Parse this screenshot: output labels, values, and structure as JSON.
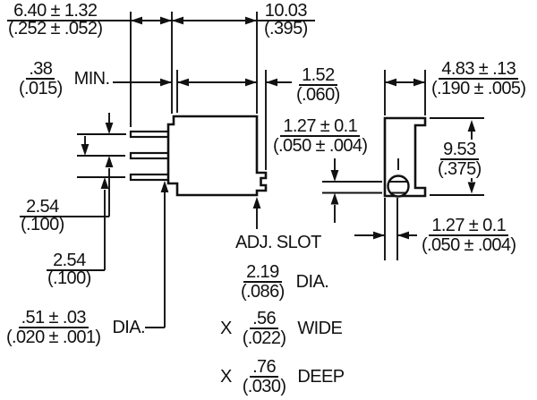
{
  "colors": {
    "ink": "#111111",
    "background": "#ffffff"
  },
  "dims": {
    "lead_length": {
      "metric": "6.40 ± 1.32",
      "inch": "(.252 ± .052)"
    },
    "body_width": {
      "metric": "10.03",
      "inch": "(.395)"
    },
    "standoff_min": {
      "metric": ".38",
      "inch": "(.015)",
      "suffix": "MIN."
    },
    "notch_depth": {
      "metric": "1.52",
      "inch": "(.060)"
    },
    "side_width": {
      "metric": "4.83 ± .13",
      "inch": "(.190 ± .005)"
    },
    "side_height": {
      "metric": "9.53",
      "inch": "(.375)"
    },
    "slot_offset": {
      "metric": "1.27 ± 0.1",
      "inch": "(.050 ± .004)"
    },
    "wall_width": {
      "metric": "1.27 ± 0.1",
      "inch": "(.050 ± .004)"
    },
    "pitch_a": {
      "metric": "2.54",
      "inch": "(.100)"
    },
    "pitch_b": {
      "metric": "2.54",
      "inch": "(.100)"
    },
    "lead_dia": {
      "metric": ".51 ± .03",
      "inch": "(.020 ± .001)",
      "suffix": "DIA."
    }
  },
  "adj_slot": {
    "title": "ADJ. SLOT",
    "dia": {
      "metric": "2.19",
      "inch": "(.086)",
      "suffix": "DIA."
    },
    "wide": {
      "prefix": "X",
      "metric": ".56",
      "inch": "(.022)",
      "suffix": "WIDE"
    },
    "deep": {
      "prefix": "X",
      "metric": ".76",
      "inch": "(.030)",
      "suffix": "DEEP"
    }
  }
}
